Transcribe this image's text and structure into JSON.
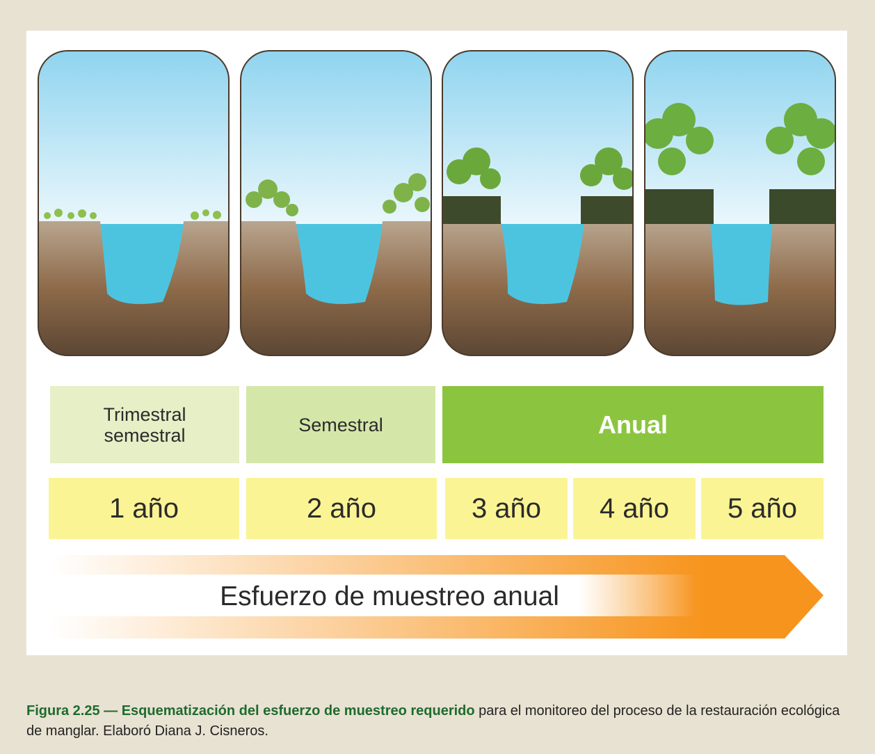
{
  "frequency_bands": [
    {
      "lines": [
        "Trimestral",
        "semestral"
      ],
      "color": "#e6efc6"
    },
    {
      "lines": [
        "Semestral"
      ],
      "color": "#d4e7a8"
    },
    {
      "lines": [
        "Anual"
      ],
      "color": "#8bc53f"
    }
  ],
  "years": [
    "1 año",
    "2 año",
    "3 año",
    "4 año",
    "5 año"
  ],
  "arrow": {
    "label": "Esfuerzo de muestreo anual",
    "color": "#f7941d"
  },
  "caption": {
    "bold": "Figura 2.25 — Esquematización del esfuerzo de muestreo requerido",
    "rest": " para el monitoreo del proceso de la restauración ecológica de manglar. Elaboró Diana J. Cisneros."
  },
  "scenes": [
    {
      "stage": "seedlings"
    },
    {
      "stage": "shrubs"
    },
    {
      "stage": "young-trees"
    },
    {
      "stage": "mature-mangrove"
    }
  ]
}
